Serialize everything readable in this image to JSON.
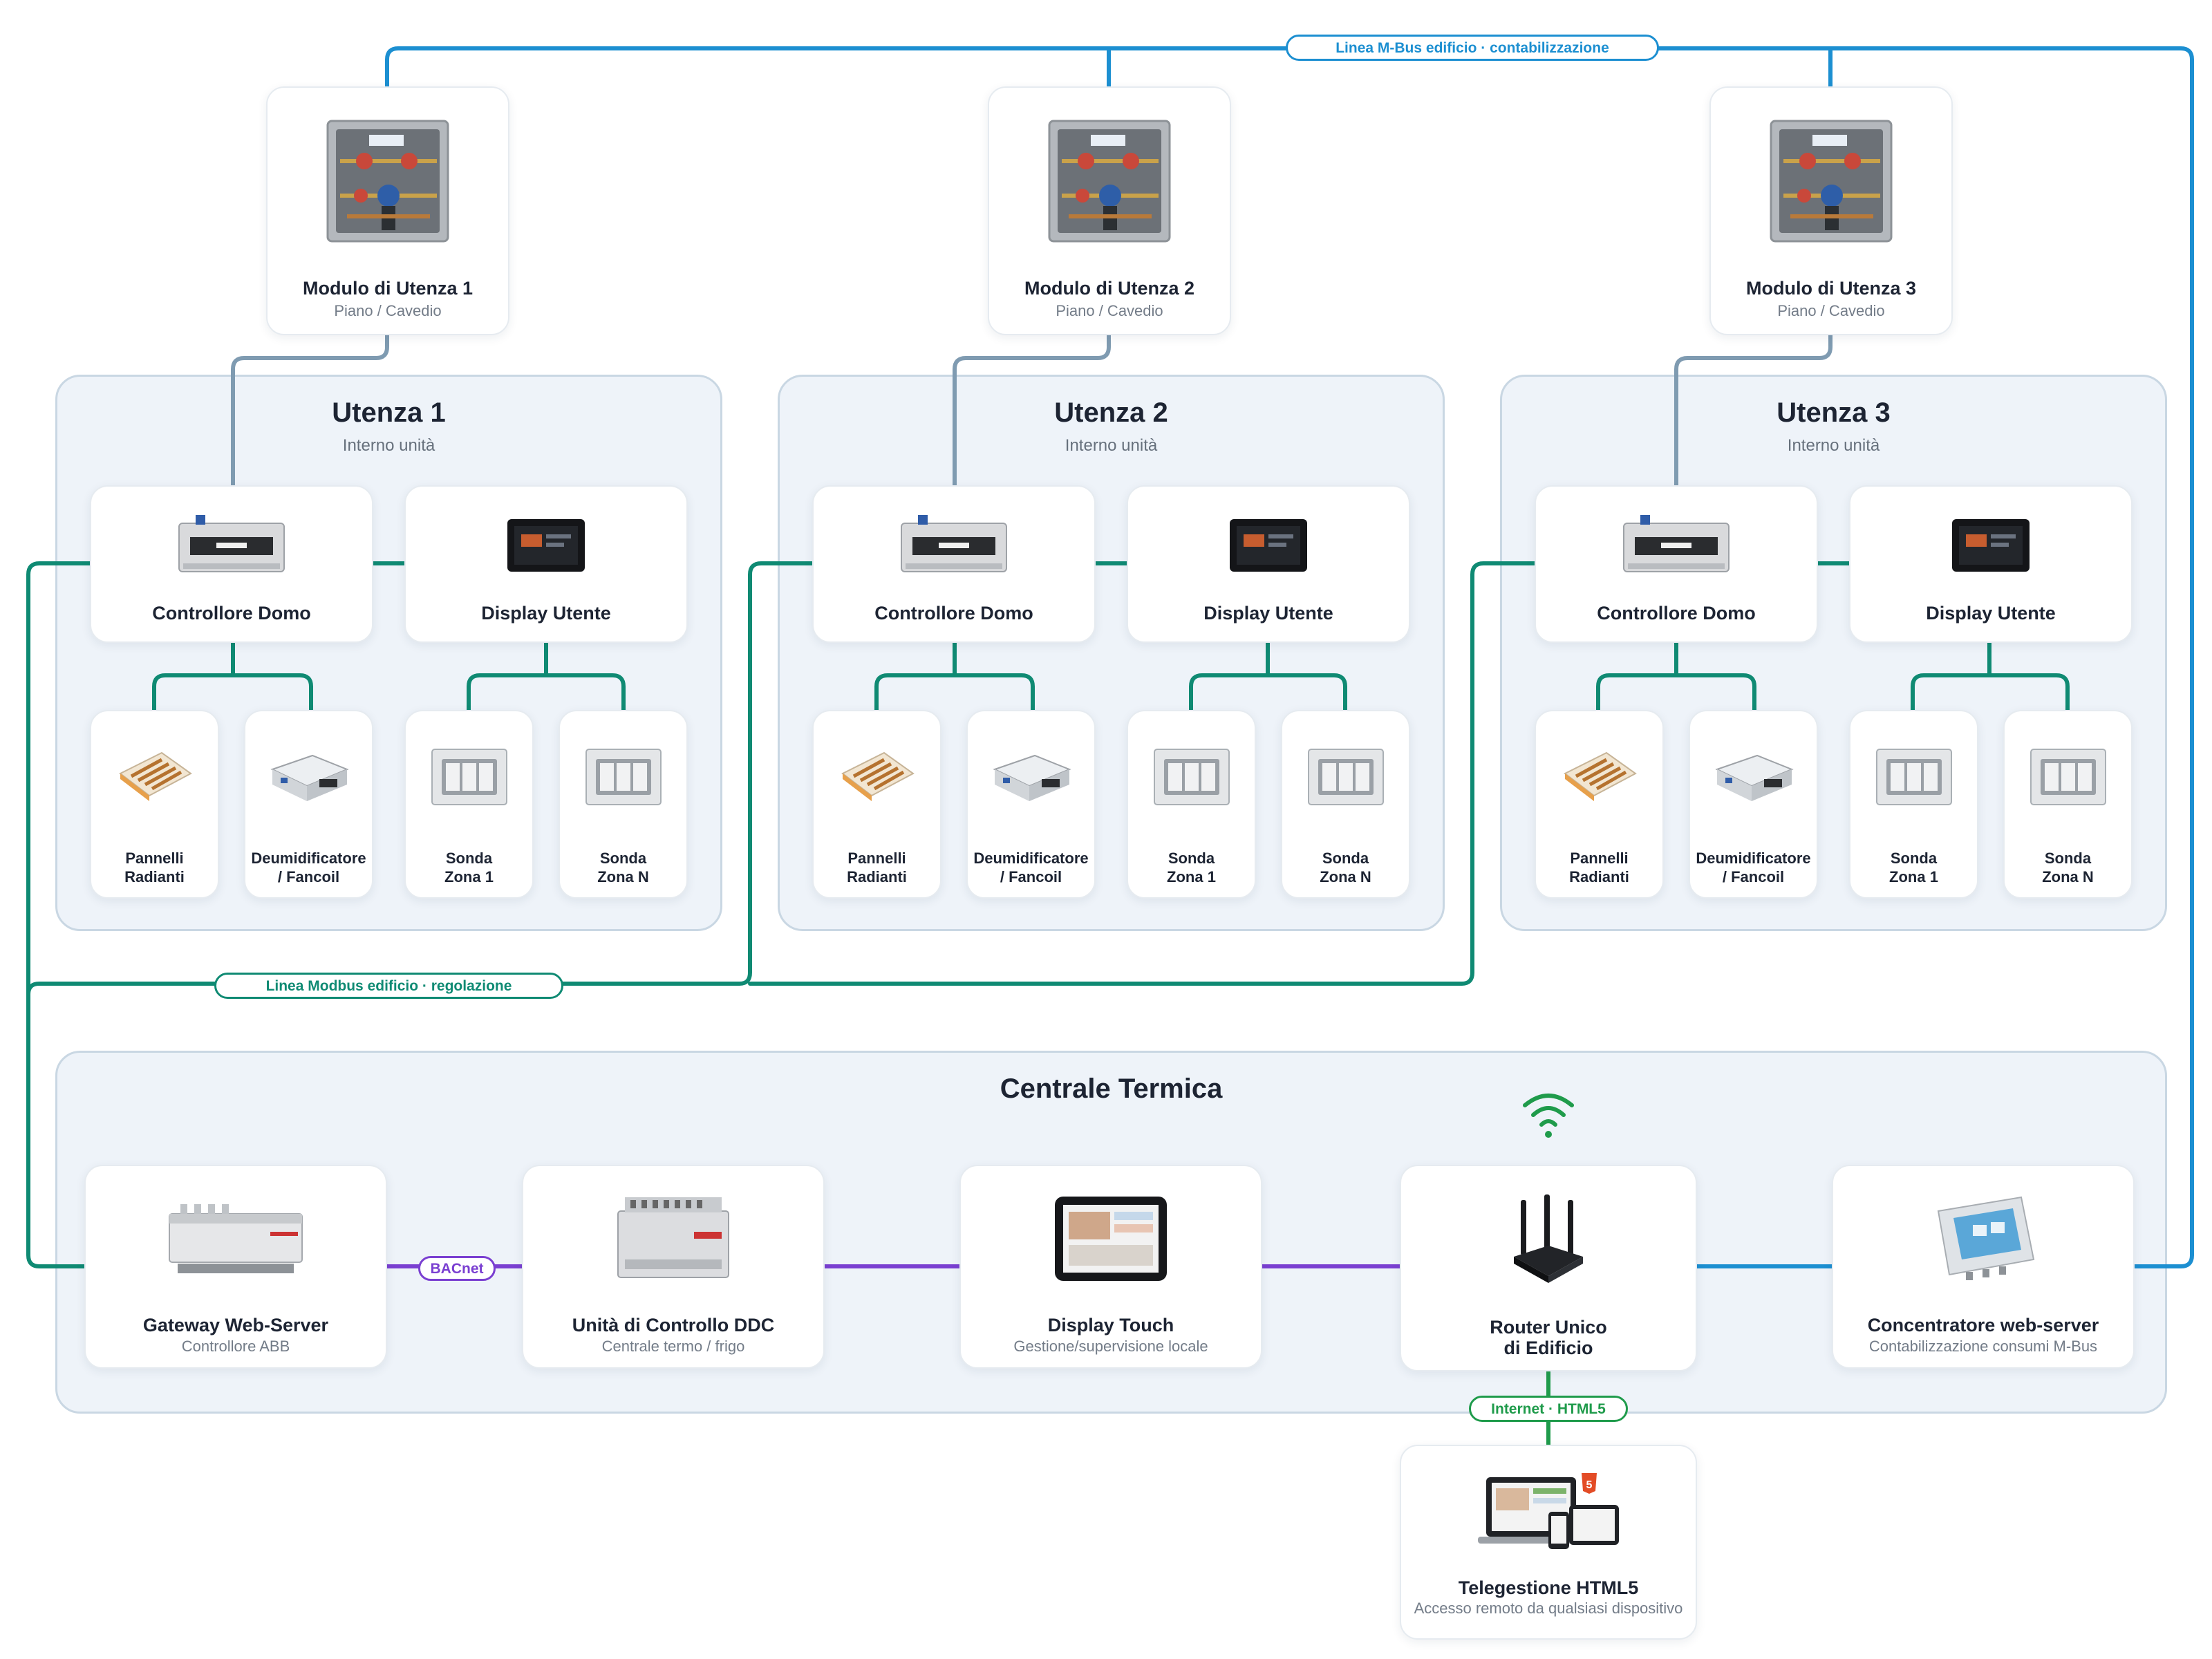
{
  "colors": {
    "mbus": "#1c8fd1",
    "modbus": "#0f8a73",
    "bacnet": "#7a3fd1",
    "internet": "#1f9b4b",
    "local": "#7f9bb1"
  },
  "lines": {
    "mbus_label": "Linea M-Bus edificio · contabilizzazione",
    "modbus_label": "Linea Modbus edificio · regolazione",
    "bacnet_label": "BACnet",
    "internet_label": "Internet · HTML5"
  },
  "utenze": [
    {
      "title": "Utenza 1",
      "subtitle": "Interno unità",
      "modulo": {
        "title": "Modulo di Utenza 1",
        "subtitle": "Piano / Cavedio"
      },
      "controllore": "Controllore Domo",
      "display": "Display Utente",
      "devices": [
        {
          "line1": "Pannelli",
          "line2": "Radianti",
          "icon": "radiant-panel-icon"
        },
        {
          "line1": "Deumidificatore",
          "line2": "/ Fancoil",
          "icon": "dehumidifier-icon"
        },
        {
          "line1": "Sonda",
          "line2": "Zona 1",
          "icon": "sensor-icon"
        },
        {
          "line1": "Sonda",
          "line2": "Zona N",
          "icon": "sensor-icon"
        }
      ]
    },
    {
      "title": "Utenza 2",
      "subtitle": "Interno unità",
      "modulo": {
        "title": "Modulo di Utenza 2",
        "subtitle": "Piano / Cavedio"
      },
      "controllore": "Controllore Domo",
      "display": "Display Utente",
      "devices": [
        {
          "line1": "Pannelli",
          "line2": "Radianti",
          "icon": "radiant-panel-icon"
        },
        {
          "line1": "Deumidificatore",
          "line2": "/ Fancoil",
          "icon": "dehumidifier-icon"
        },
        {
          "line1": "Sonda",
          "line2": "Zona 1",
          "icon": "sensor-icon"
        },
        {
          "line1": "Sonda",
          "line2": "Zona N",
          "icon": "sensor-icon"
        }
      ]
    },
    {
      "title": "Utenza 3",
      "subtitle": "Interno unità",
      "modulo": {
        "title": "Modulo di Utenza 3",
        "subtitle": "Piano / Cavedio"
      },
      "controllore": "Controllore Domo",
      "display": "Display Utente",
      "devices": [
        {
          "line1": "Pannelli",
          "line2": "Radianti",
          "icon": "radiant-panel-icon"
        },
        {
          "line1": "Deumidificatore",
          "line2": "/ Fancoil",
          "icon": "dehumidifier-icon"
        },
        {
          "line1": "Sonda",
          "line2": "Zona 1",
          "icon": "sensor-icon"
        },
        {
          "line1": "Sonda",
          "line2": "Zona N",
          "icon": "sensor-icon"
        }
      ]
    }
  ],
  "centrale": {
    "title": "Centrale Termica",
    "devices": [
      {
        "title": "Gateway Web-Server",
        "subtitle": "Controllore ABB",
        "icon": "gateway-icon"
      },
      {
        "title": "Unità di Controllo DDC",
        "subtitle": "Centrale termo / frigo",
        "icon": "ddc-controller-icon"
      },
      {
        "title": "Display Touch",
        "subtitle": "Gestione/supervisione locale",
        "icon": "touch-display-icon"
      },
      {
        "title": "Router Unico",
        "title2": "di Edificio",
        "subtitle": "",
        "icon": "router-icon"
      },
      {
        "title": "Concentratore web-server",
        "subtitle": "Contabilizzazione consumi M-Bus",
        "icon": "concentrator-icon"
      }
    ]
  },
  "telegestione": {
    "title": "Telegestione HTML5",
    "subtitle": "Accesso remoto da qualsiasi dispositivo"
  }
}
